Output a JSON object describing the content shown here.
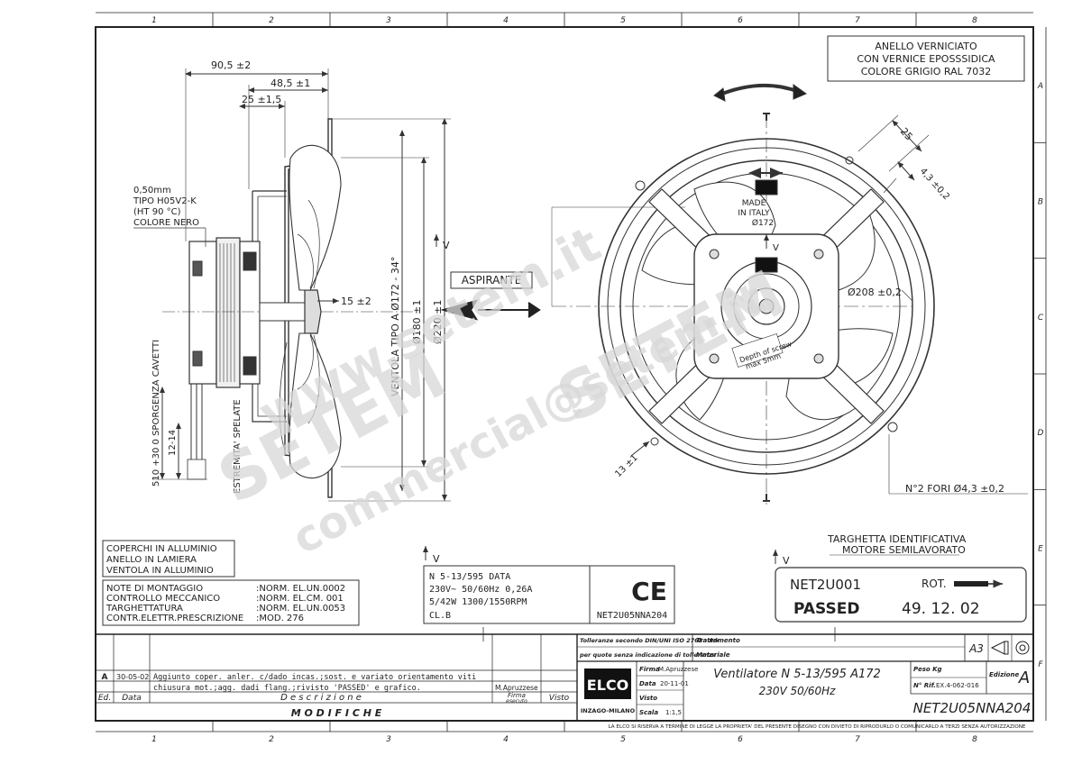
{
  "frame": {
    "cols": [
      "1",
      "2",
      "3",
      "4",
      "5",
      "6",
      "7",
      "8"
    ],
    "rows": [
      "A",
      "B",
      "C",
      "D",
      "E",
      "F"
    ]
  },
  "notes": {
    "paint": [
      "ANELLO VERNICIATO",
      "CON VERNICE EPOSSSIDICA",
      "COLORE GRIGIO RAL 7032"
    ],
    "cable": [
      "0,50mm",
      "TIPO H05V2-K",
      "(HT 90 °C)",
      "COLORE NERO"
    ],
    "materials": [
      "COPERCHI IN ALLUMINIO",
      "ANELLO IN LAMIERA",
      "VENTOLA IN ALLUMINIO"
    ],
    "standards_labels": [
      "NOTE DI MONTAGGIO",
      "CONTROLLO MECCANICO",
      "TARGHETTATURA",
      "CONTR.ELETTR.PRESCRIZIONE"
    ],
    "standards_values": [
      ":NORM. EL.UN.0002",
      ":NORM. EL.CM. 001",
      ":NORM. EL.UN.0053",
      ":MOD.          276"
    ],
    "plate_caption": [
      "TARGHETTA IDENTIFICATIVA",
      "MOTORE SEMILAVORATO"
    ]
  },
  "dims": {
    "d905": "90,5 ±2",
    "d485": "48,5 ±1",
    "d25a": "25 ±1,5",
    "d15": "15 ±2",
    "fan": "VENTOLA TIPO A Ø172 - 34°",
    "d180": "Ø180 ±1",
    "d220": "Ø220 ±1",
    "cable_len": "510 +30 0  SPORGENZA CAVETTI",
    "d1214": "12-14",
    "strip": "ESTREMITA' SPELATE",
    "d25b": "25",
    "d43": "4,3 ±0,2",
    "d208": "Ø208 ±0,2",
    "d13": "13 ±1",
    "holes": "N°2 FORI Ø4,3 ±0,2",
    "depth": [
      "Depth of screw",
      "max 5mm"
    ],
    "made": [
      "MADE",
      "IN ITALY",
      "Ø172"
    ],
    "view": "V"
  },
  "aspirante": "ASPIRANTE",
  "label1": {
    "l1": "N   5-13/595          DATA",
    "l2": "230V~ 50/60Hz   0,26A",
    "l3": "5/42W   1300/1550RPM",
    "l4": "CL.B",
    "code": "NET2U05NNA204",
    "ce": "CE"
  },
  "label2": {
    "id": "NET2U001",
    "rot": "ROT.",
    "passed": "PASSED",
    "date": "49. 12. 02"
  },
  "watermark": {
    "site": "www.setem.it",
    "brand": "SETEM",
    "email": "commercial@setem.it"
  },
  "revision": {
    "letter": "A",
    "date": "30-05-02",
    "desc1": "Aggiunto coper. anler. c/dado incas.;sost. e variato orientamento viti",
    "desc2": "chiusura mot.;agg. dadi flang.;rivisto 'PASSED' e grafico.",
    "signer": "M.Apruzzese",
    "hdr_ed": "Ed.",
    "hdr_data": "Data",
    "hdr_desc": "D e s c r i z i o n e",
    "hdr_firma": "Firma\nesecuto",
    "hdr_visto": "Visto",
    "title": "M O D I F I C H E"
  },
  "titleblock": {
    "tolerance1": "Tolleranze secondo DIN/UNI ISO 2768 - mk",
    "tolerance2": "per quote senza indicazione di tolleranza",
    "trattamento": "Trattamento",
    "materiale": "Materiale",
    "logo": "ELCO",
    "logo_sub": "INZAGO-MILANO",
    "firma_l": "Firma",
    "firma_v": "M.Apruzzese",
    "data_l": "Data",
    "data_v": "20-11-01",
    "visto_l": "Visto",
    "scala_l": "Scala",
    "scala_v": "1:1,5",
    "desc1": "Ventilatore N 5-13/595 A172",
    "desc2": "230V   50/60Hz",
    "peso": "Peso Kg",
    "nrif_l": "N° Rif.",
    "nrif_v": "EX.4-062-016",
    "format": "A3",
    "edizione_l": "Edizione",
    "edizione_v": "A",
    "code": "NET2U05NNA204",
    "footer": "LA ELCO SI RISERVA A TERMINE DI LEGGE LA PROPRIETA' DEL PRESENTE DISEGNO CON DIVIETO DI RIPRODURLO O COMUNICARLO A TERZI SENZA AUTORIZZAZIONE"
  }
}
